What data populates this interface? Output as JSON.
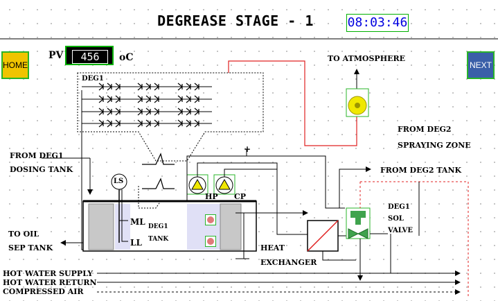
{
  "header": {
    "title": "DEGREASE STAGE - 1",
    "clock": "08:03:46"
  },
  "nav": {
    "home_label": "HOME",
    "next_label": "NEXT"
  },
  "pv": {
    "label": "PV",
    "value": "456",
    "unit": "oC"
  },
  "labels": {
    "to_atmosphere": "TO ATMOSPHERE",
    "deg1_top": "DEG1",
    "from_deg2": "FROM DEG2",
    "spraying_zone": "SPRAYING ZONE",
    "from_deg1": "FROM DEG1",
    "dosing_tank": "DOSING TANK",
    "ls": "LS",
    "from_deg2_tank": "FROM DEG2 TANK",
    "hp": "HP",
    "cp": "CP",
    "to_oil": "TO OIL",
    "sep_tank": "SEP TANK",
    "ml": "ML",
    "ll": "LL",
    "deg1_tank_a": "DEG1",
    "deg1_tank_b": "TANK",
    "deg1_sol": "DEG1",
    "sol": "SOL",
    "valve": "VALVE",
    "heat": "HEAT",
    "exchanger": "EXCHANGER",
    "hot_water_supply": "HOT WATER SUPPLY",
    "hot_water_return": "HOT WATER RETURN",
    "compressed_air": "COMPRESSED AIR",
    "plus": "+"
  },
  "colors": {
    "pipe_red": "#e02020",
    "frame_green": "#28b428",
    "tank_gray": "#c8c8c8",
    "tank_blue_tint": "#e0e0f6",
    "home_bg": "#f0c400",
    "next_bg": "#3a5fa8",
    "clock_text": "#0000e0"
  },
  "icons": {
    "fan": "exhaust-fan-icon",
    "pump_hp": "pump-icon",
    "pump_cp": "pump-icon",
    "valve": "control-valve-icon",
    "heat_exchanger": "heat-exchanger-icon",
    "level_switch": "level-switch-icon"
  }
}
